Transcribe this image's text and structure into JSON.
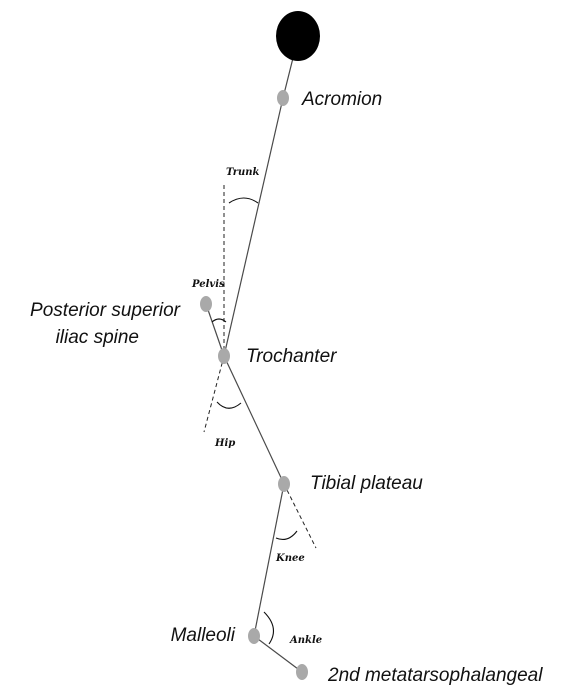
{
  "landmarks": {
    "acromion": "Acromion",
    "psis_line1": "Posterior superior",
    "psis_line2": "iliac spine",
    "trochanter": "Trochanter",
    "tibial_plateau": "Tibial plateau",
    "malleoli": "Malleoli",
    "metatarsophalangeal": "2nd metatarsophalangeal"
  },
  "angles": {
    "trunk": "Trunk",
    "pelvis": "Pelvis",
    "hip": "Hip",
    "knee": "Knee",
    "ankle": "Ankle"
  },
  "colors": {
    "head": "#000000",
    "marker": "#a9a9a9",
    "segment": "#4a4a4a"
  }
}
